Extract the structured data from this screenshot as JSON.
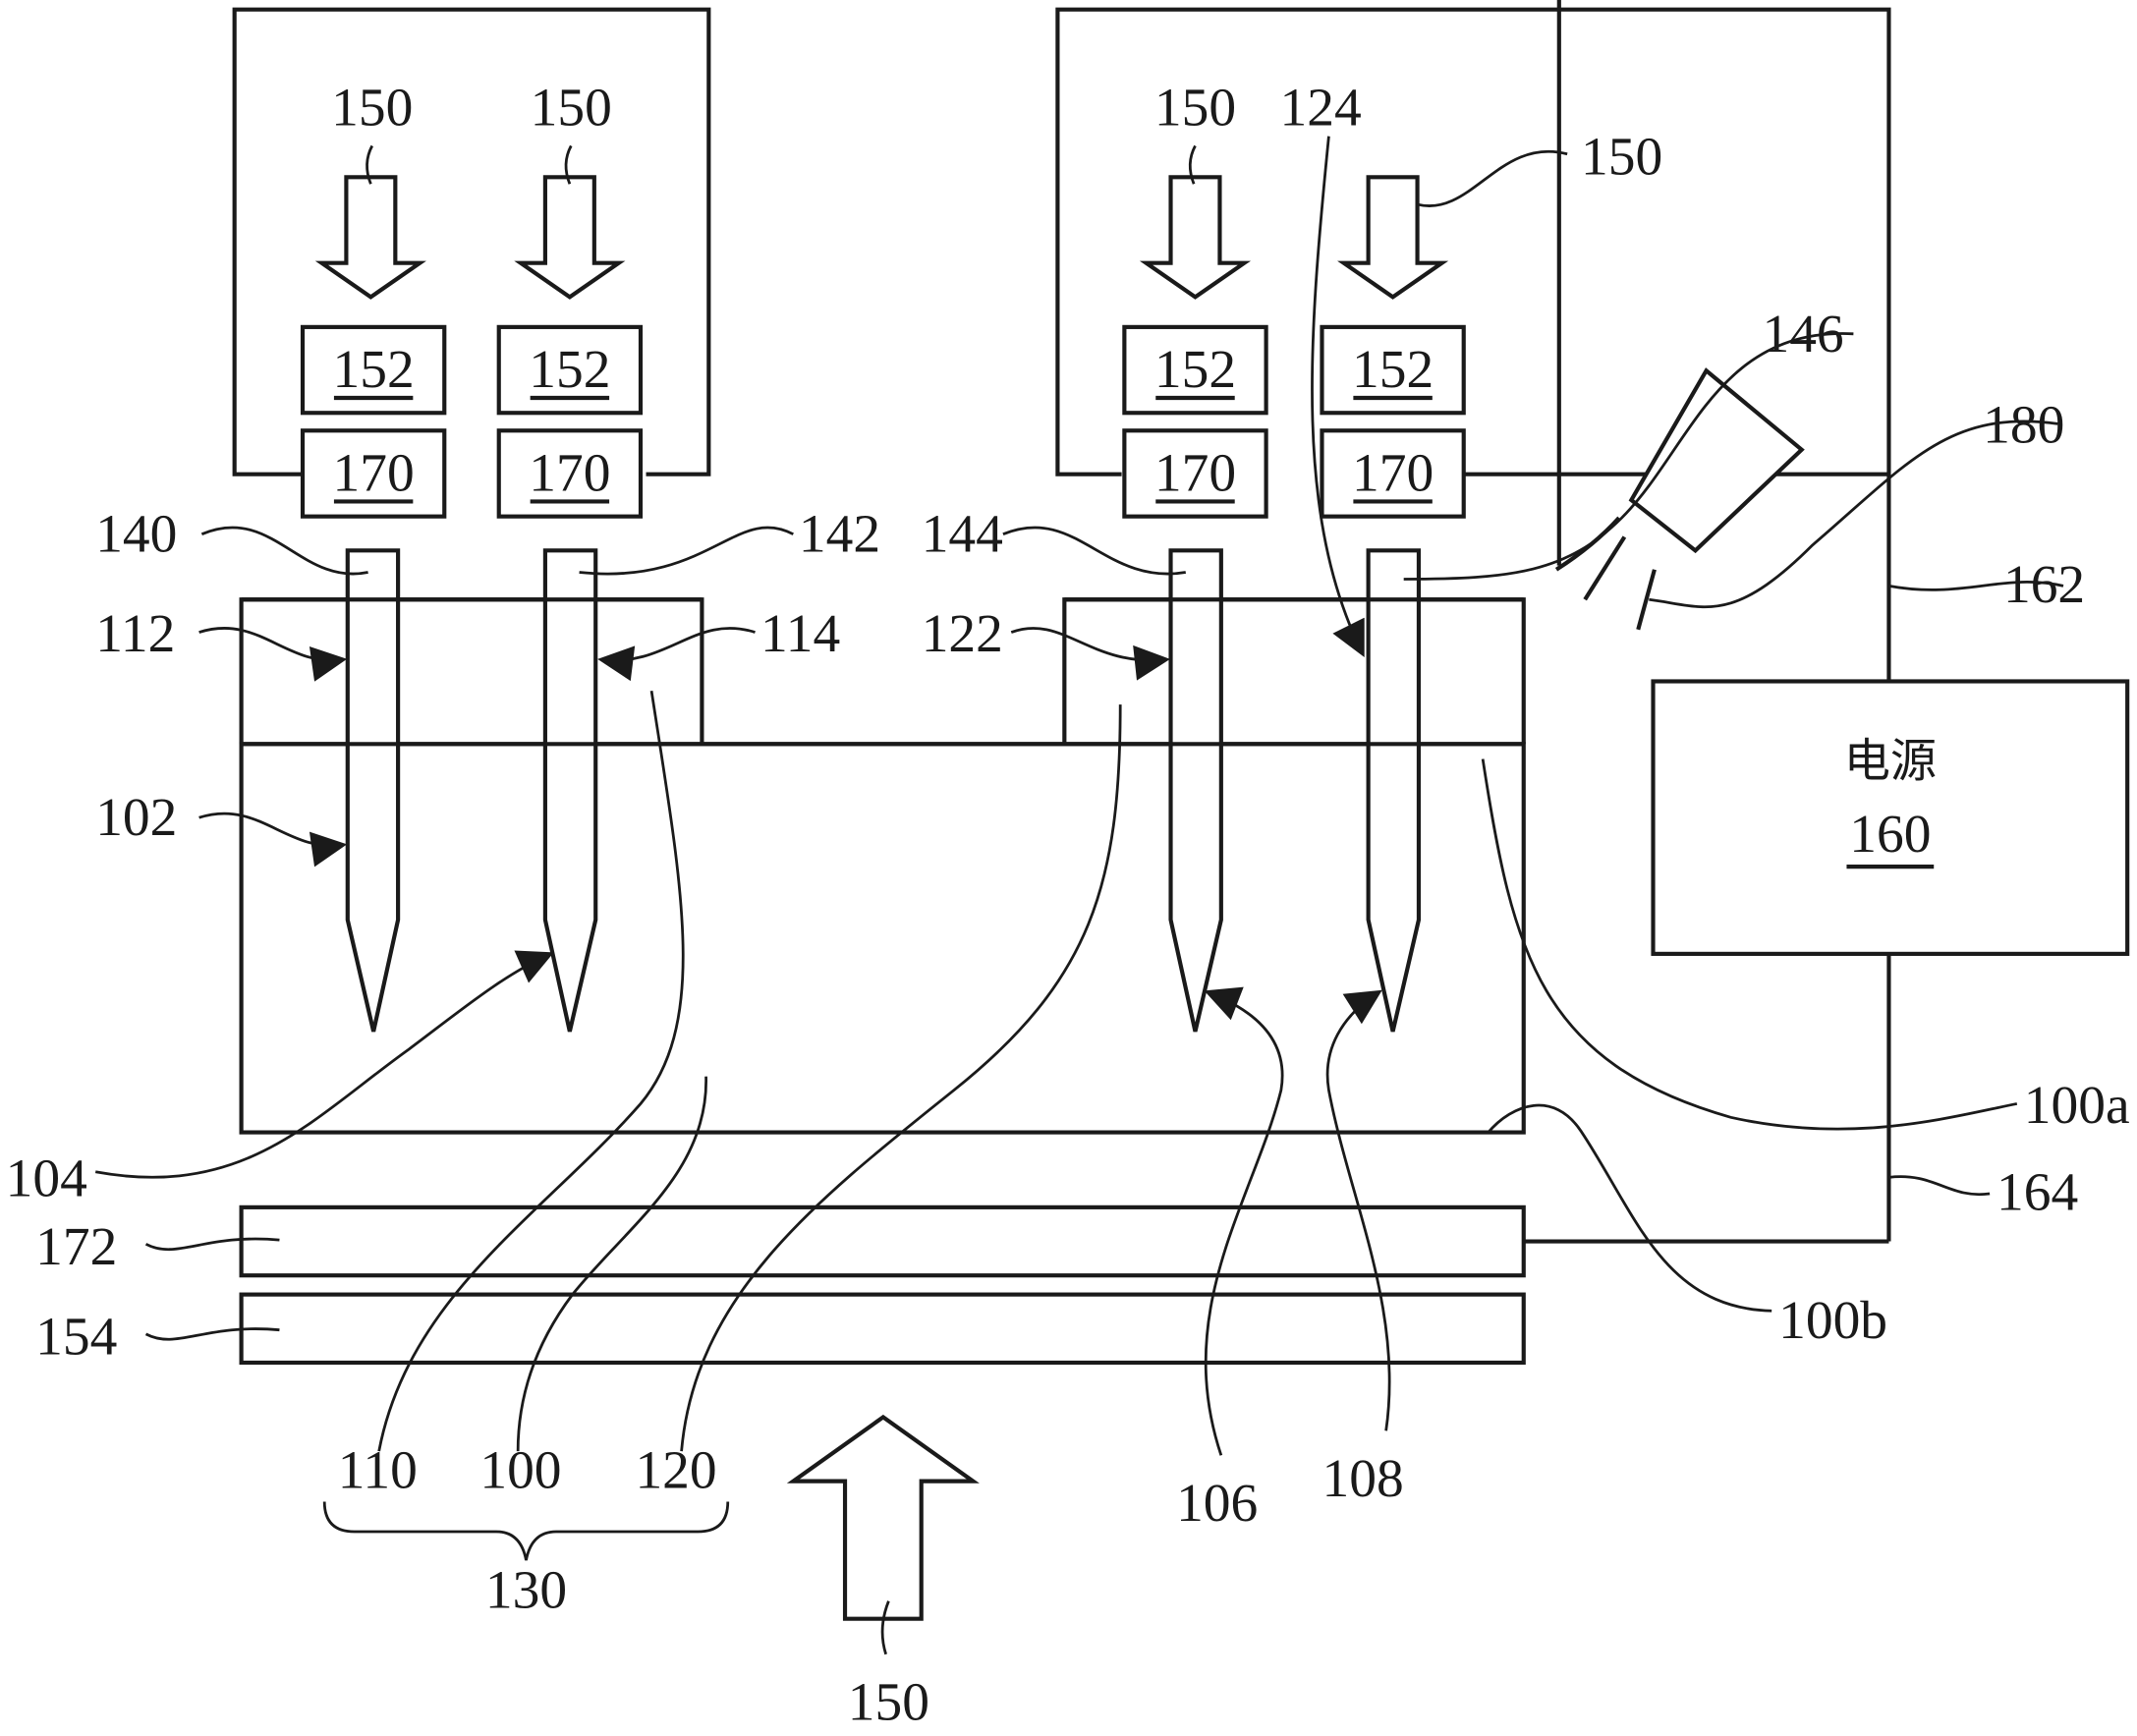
{
  "figure": {
    "labels": {
      "energy_top_1": "150",
      "energy_top_2": "150",
      "energy_top_3": "150",
      "energy_top_4": "150",
      "energy_bottom": "150",
      "electrode_ref_124": "124",
      "mask_1": "152",
      "mask_2": "152",
      "mask_3": "152",
      "mask_4": "152",
      "module_1": "170",
      "module_2": "170",
      "module_3": "170",
      "module_4": "170",
      "probe_140": "140",
      "probe_142": "142",
      "probe_144": "144",
      "probe_146": "146",
      "sensor_180": "180",
      "wire_162": "162",
      "wire_164": "164",
      "region_112": "112",
      "region_114": "114",
      "region_122": "122",
      "region_102": "102",
      "tip_104": "104",
      "tip_106": "106",
      "tip_108": "108",
      "surface_100a": "100a",
      "surface_100b": "100b",
      "layer_172": "172",
      "layer_154": "154",
      "group_110": "110",
      "group_100": "100",
      "group_120": "120",
      "assembly_130": "130",
      "power_name": "电源",
      "power_ref": "160"
    }
  }
}
